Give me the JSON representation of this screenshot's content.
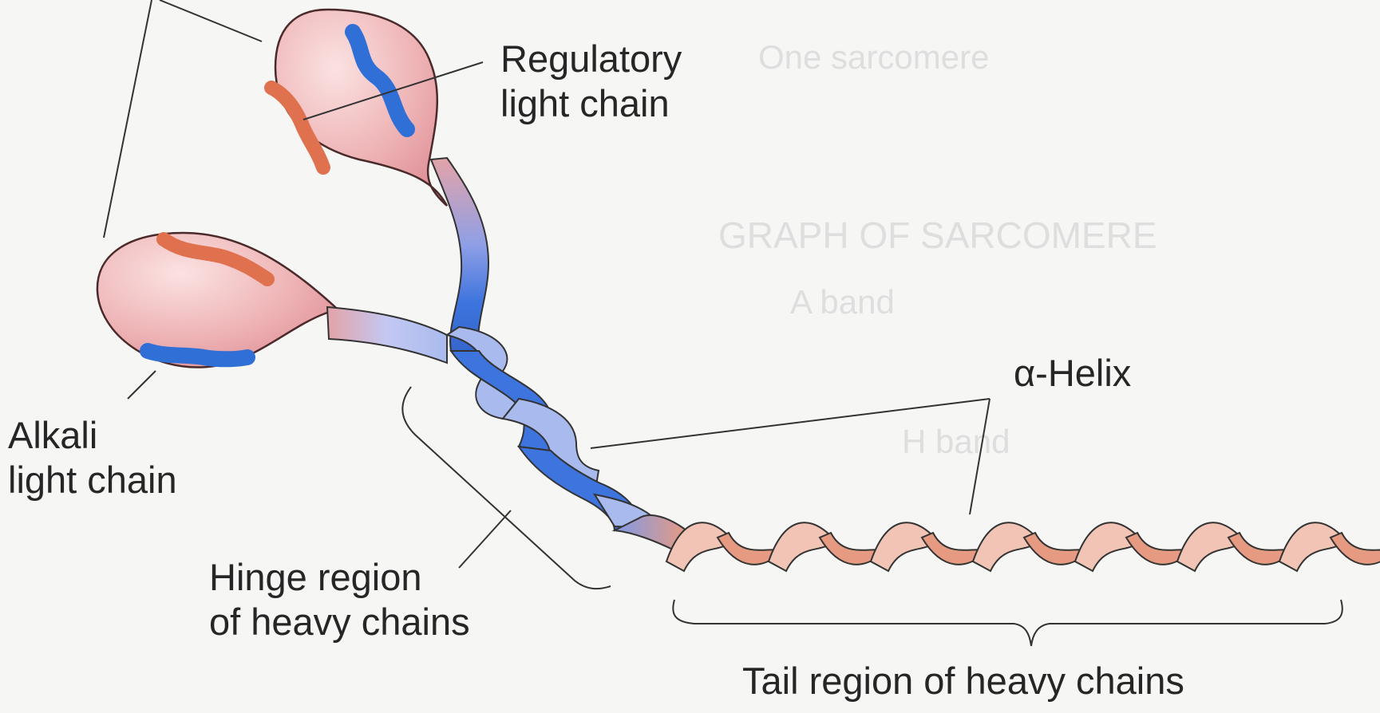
{
  "labels": {
    "regulatory_line1": "Regulatory",
    "regulatory_line2": "light chain",
    "alkali_line1": "Alkali",
    "alkali_line2": "light chain",
    "alpha_helix": "α-Helix",
    "hinge_line1": "Hinge region",
    "hinge_line2": "of heavy chains",
    "tail": "Tail region of heavy chains"
  },
  "background_bleed": {
    "line1": "One sarcomere",
    "line2": "GRAPH OF SARCOMERE",
    "line3": "A band",
    "line4": "H band"
  },
  "colors": {
    "head_pink": "#e9a6a9",
    "head_outline": "#4a2a2a",
    "light_chain_blue": "#2f6fd6",
    "light_chain_orange": "#e0714f",
    "hinge_blue": "#3d74dd",
    "hinge_light_blue": "#a9bbee",
    "tail_salmon": "#e69a82",
    "tail_light": "#f2c4b6",
    "leader_line": "#333333",
    "background": "#f6f6f5"
  }
}
